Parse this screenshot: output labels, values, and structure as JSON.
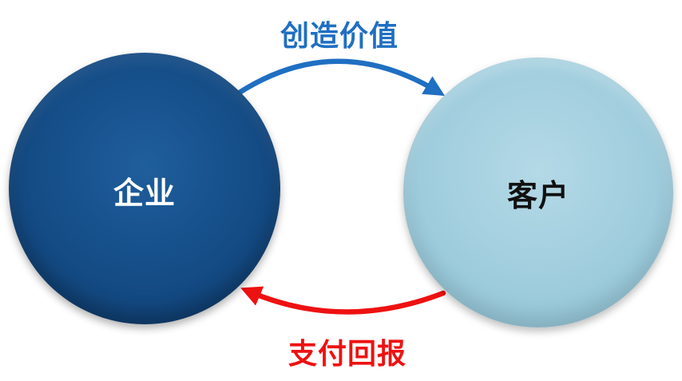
{
  "nodes": {
    "enterprise": {
      "label": "企业",
      "color": "#164f8a"
    },
    "customer": {
      "label": "客户",
      "color": "#a1cede"
    }
  },
  "flows": {
    "value_creation": {
      "label": "创造价值",
      "color": "#1f6fc2"
    },
    "payment_return": {
      "label": "支付回报",
      "color": "#ee1111"
    }
  }
}
